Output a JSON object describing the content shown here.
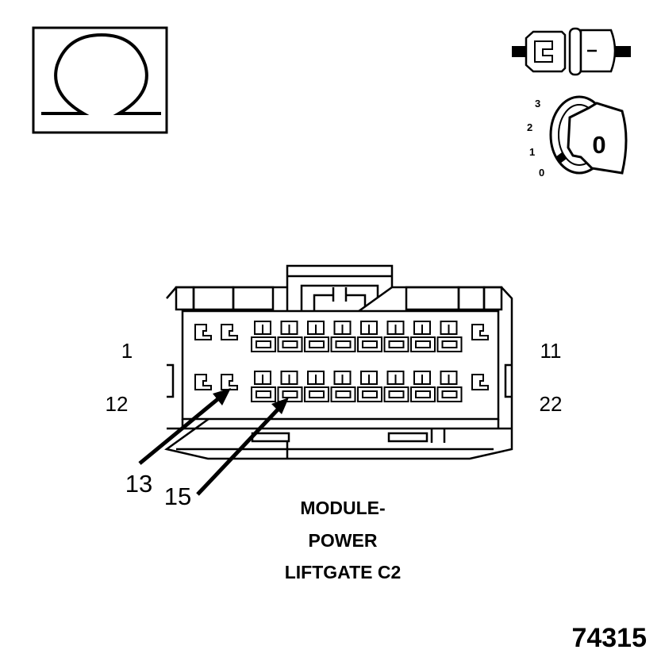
{
  "meter_icon": {
    "symbol": "Ω",
    "name": "ohm-icon"
  },
  "connector_icon": {
    "name": "connector-disconnected-icon"
  },
  "ignition": {
    "name": "ignition-key-icon",
    "positions": [
      "3",
      "2",
      "1",
      "0"
    ],
    "key_label": "0"
  },
  "connector": {
    "pin_labels": {
      "top_left": "1",
      "top_right": "11",
      "bottom_left": "12",
      "bottom_right": "22"
    },
    "callouts": [
      "13",
      "15"
    ],
    "title_lines": [
      "MODULE-",
      "POWER",
      "LIFTGATE C2"
    ]
  },
  "figure_id": "74315"
}
